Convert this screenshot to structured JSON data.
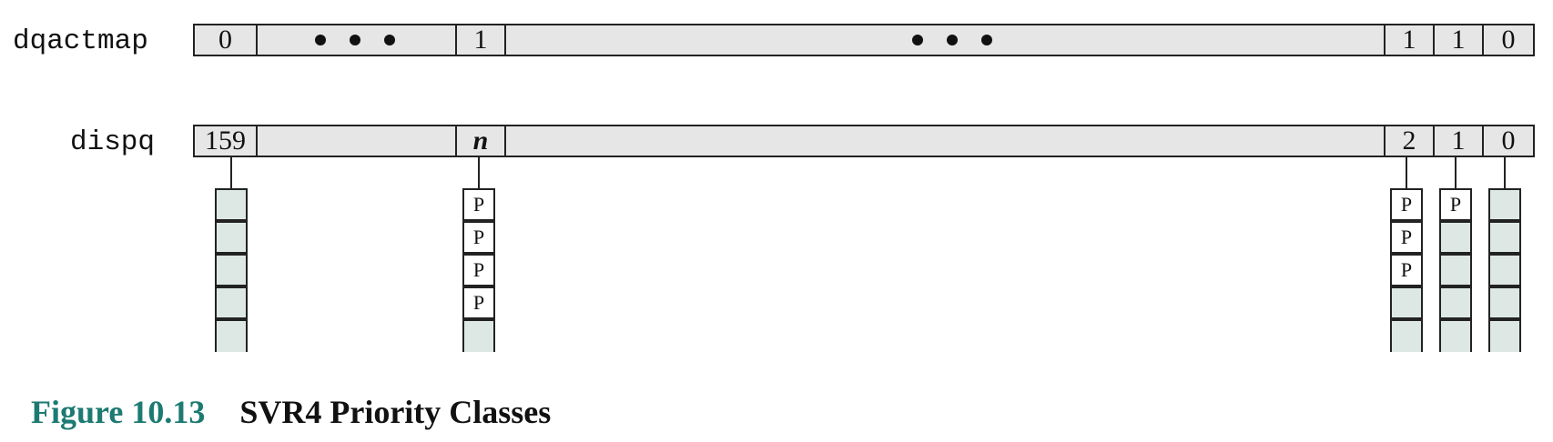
{
  "dqactmap": {
    "label": "dqactmap",
    "cells": {
      "first": "0",
      "middle": "1",
      "right3": "1",
      "right2": "1",
      "right1": "0"
    }
  },
  "dispq": {
    "label": "dispq",
    "cells": {
      "first": "159",
      "middle": "n",
      "right3": "2",
      "right2": "1",
      "right1": "0"
    },
    "queues": [
      {
        "for_cell": "159",
        "slots": [
          "",
          "",
          "",
          "",
          ""
        ]
      },
      {
        "for_cell": "n",
        "slots": [
          "P",
          "P",
          "P",
          "P",
          ""
        ]
      },
      {
        "for_cell": "2",
        "slots": [
          "P",
          "P",
          "P",
          "",
          ""
        ]
      },
      {
        "for_cell": "1",
        "slots": [
          "P",
          "",
          "",
          "",
          ""
        ]
      },
      {
        "for_cell": "0",
        "slots": [
          "",
          "",
          "",
          "",
          ""
        ]
      }
    ]
  },
  "caption": {
    "number": "Figure 10.13",
    "title": "SVR4 Priority Classes"
  },
  "colors": {
    "bar_fill": "#e6e6e6",
    "empty_slot": "#dde8e4",
    "caption_number": "#1c7a72"
  }
}
